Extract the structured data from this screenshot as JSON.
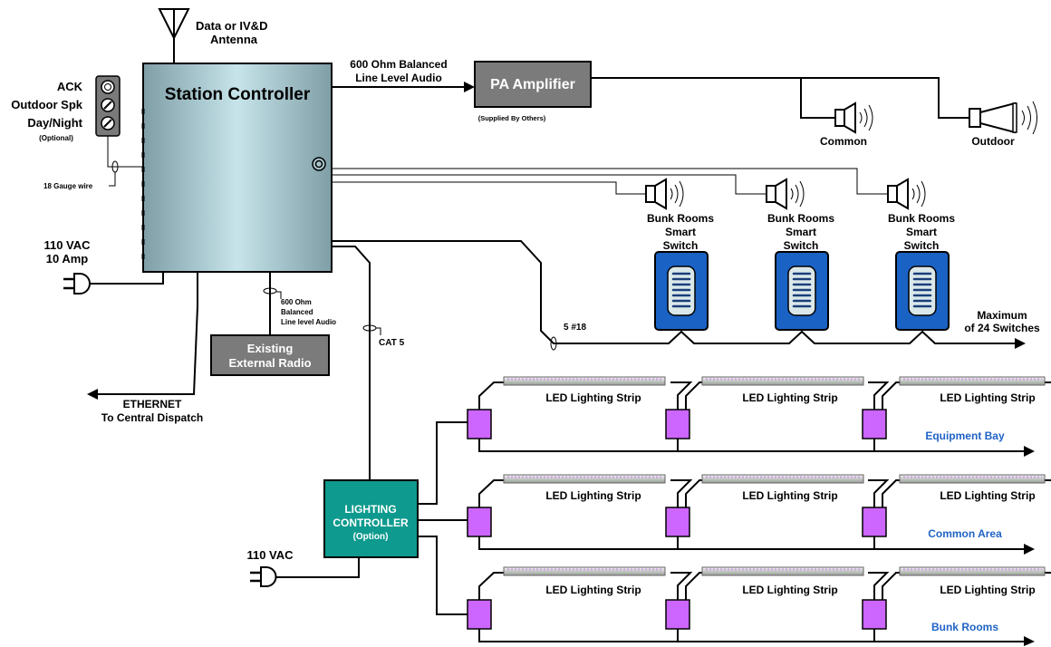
{
  "antenna_label": [
    "Data or IV&D",
    "Antenna"
  ],
  "station_controller": "Station Controller",
  "panel_labels": {
    "ack": "ACK",
    "outdoor_spk": "Outdoor Spk",
    "day_night": "Day/Night",
    "optional": "(Optional)"
  },
  "gauge_wire": "18 Gauge wire",
  "power_main": [
    "110 VAC",
    "10 Amp"
  ],
  "balanced_audio": [
    "600 Ohm Balanced",
    "Line Level Audio"
  ],
  "pa_amplifier": "PA Amplifier",
  "supplied_by_others": "(Supplied By Others)",
  "speakers": {
    "common": "Common",
    "outdoor": "Outdoor"
  },
  "bunk_switch_label": [
    "Bunk Rooms",
    "Smart",
    "Switch"
  ],
  "wire_count": "5  #18",
  "max_switches": [
    "Maximum",
    "of 24 Switches"
  ],
  "radio_audio": [
    "600 Ohm",
    "Balanced",
    "Line level Audio"
  ],
  "external_radio": [
    "Existing",
    "External Radio"
  ],
  "ethernet": [
    "ETHERNET",
    "To Central Dispatch"
  ],
  "cat5": "CAT 5",
  "lighting_controller": [
    "LIGHTING",
    "CONTROLLER",
    "(Option)"
  ],
  "power_lighting": "110 VAC",
  "led_strip": "LED Lighting Strip",
  "zones": [
    "Equipment Bay",
    "Common Area",
    "Bunk Rooms"
  ],
  "colors": {
    "controller_fill": "#8fb5c0",
    "pa_fill": "#7b7b7b",
    "radio_fill": "#7b7b7b",
    "lighting_fill": "#0e9a8e",
    "switch_fill": "#1a62c4",
    "junction_fill": "#cc66ff",
    "zone_text": "#1f63c6"
  }
}
